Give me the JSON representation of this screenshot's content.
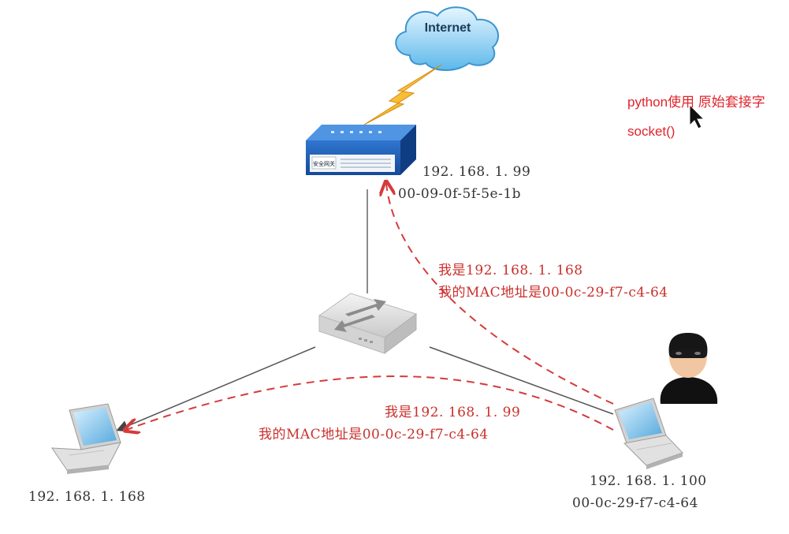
{
  "cloud": {
    "label": "Internet"
  },
  "router": {
    "badge_text": "安全网关",
    "ip": "192. 168. 1. 99",
    "mac": "00-09-0f-5f-5e-1b"
  },
  "pc_left": {
    "ip": "192. 168. 1. 168"
  },
  "pc_right": {
    "ip": "192. 168. 1. 100",
    "mac": "00-0c-29-f7-c4-64"
  },
  "msg_to_router": {
    "line1": "我是192. 168. 1. 168",
    "line2": "我的MAC地址是00-0c-29-f7-c4-64"
  },
  "msg_to_pc": {
    "line1": "我是192. 168. 1. 99",
    "line2": "我的MAC地址是00-0c-29-f7-c4-64"
  },
  "notes": {
    "line1": "python使用 原始套接字",
    "line2": "socket()"
  },
  "colors": {
    "dashed": "#d63a3a",
    "link": "#555555",
    "router": "#1f5fb8",
    "note": "#e0242c"
  }
}
